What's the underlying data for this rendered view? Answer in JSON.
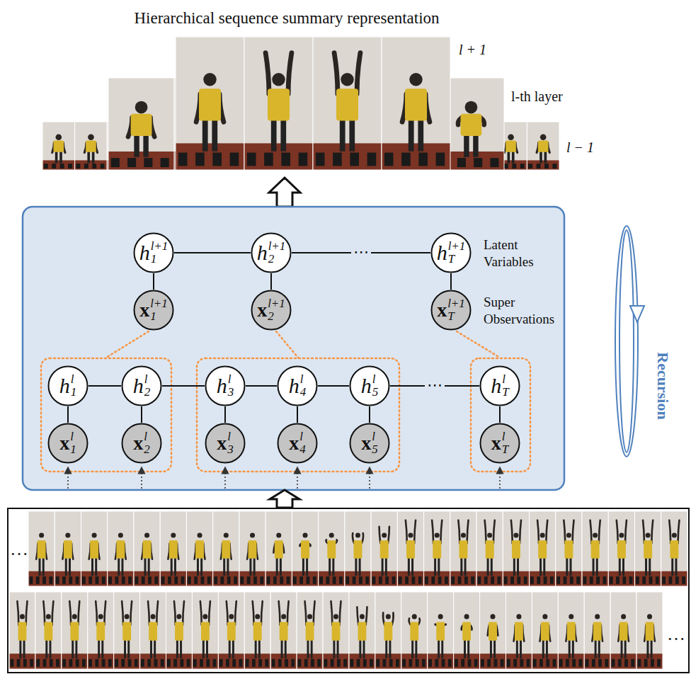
{
  "diagram": {
    "title": "Hierarchical sequence summary representation",
    "nodes": [
      {
        "text": [
          "h",
          "l+1",
          "1"
        ]
      },
      {
        "text": [
          "h",
          "l+1",
          "2"
        ]
      },
      {
        "text": [
          "h",
          "l+1",
          "T"
        ]
      },
      {
        "text": [
          "x",
          "l+1",
          "1"
        ]
      },
      {
        "text": [
          "x",
          "l+1",
          "2"
        ]
      },
      {
        "text": [
          "x",
          "l+1",
          "T"
        ]
      },
      {
        "text": [
          "h",
          "l",
          "1"
        ]
      },
      {
        "text": [
          "h",
          "l",
          "2"
        ]
      },
      {
        "text": [
          "h",
          "l",
          "3"
        ]
      },
      {
        "text": [
          "h",
          "l",
          "4"
        ]
      },
      {
        "text": [
          "h",
          "l",
          "5"
        ]
      },
      {
        "text": [
          "h",
          "l",
          "T"
        ]
      },
      {
        "text": [
          "x",
          "l",
          "1"
        ]
      },
      {
        "text": [
          "x",
          "l",
          "2"
        ]
      },
      {
        "text": [
          "x",
          "l",
          "3"
        ]
      },
      {
        "text": [
          "x",
          "l",
          "4"
        ]
      },
      {
        "text": [
          "x",
          "l",
          "5"
        ]
      },
      {
        "text": [
          "x",
          "l",
          "T"
        ]
      }
    ],
    "edges": [
      {
        "from": 0,
        "to": 1,
        "arrow": "none"
      },
      {
        "from": 1,
        "to": 2,
        "label": "⋯",
        "arrow": "none"
      },
      {
        "from": 0,
        "to": 3,
        "arrow": "none"
      },
      {
        "from": 1,
        "to": 4,
        "arrow": "none"
      },
      {
        "from": 2,
        "to": 5,
        "arrow": "none"
      },
      {
        "from": 6,
        "to": 7,
        "arrow": "none"
      },
      {
        "from": 7,
        "to": 8,
        "arrow": "none"
      },
      {
        "from": 8,
        "to": 9,
        "arrow": "none"
      },
      {
        "from": 9,
        "to": 10,
        "arrow": "none"
      },
      {
        "from": 10,
        "to": 11,
        "label": "⋯",
        "arrow": "none"
      },
      {
        "from": 6,
        "to": 12,
        "arrow": "none"
      },
      {
        "from": 7,
        "to": 13,
        "arrow": "none"
      },
      {
        "from": 8,
        "to": 14,
        "arrow": "none"
      },
      {
        "from": 9,
        "to": 15,
        "arrow": "none"
      },
      {
        "from": 10,
        "to": 16,
        "arrow": "none"
      },
      {
        "from": 11,
        "to": 17,
        "arrow": "none"
      }
    ],
    "labels": [
      "l + 1",
      "l-th layer",
      "l − 1",
      "Latent Variables",
      "Super Observations",
      "Recursion",
      "…",
      "…"
    ]
  }
}
